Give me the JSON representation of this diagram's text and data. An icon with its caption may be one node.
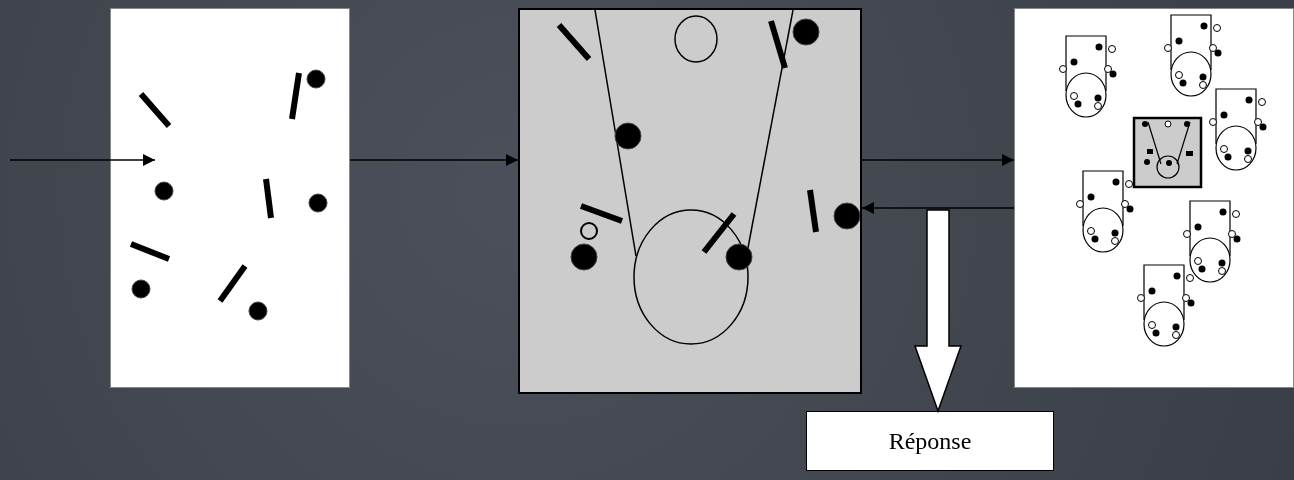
{
  "diagram": {
    "nodes": [
      {
        "text": [],
        "shape": "picture"
      },
      {
        "text": [],
        "shape": "picture"
      },
      {
        "text": [],
        "shape": "picture"
      },
      {
        "text": [
          "Réponse"
        ]
      }
    ],
    "edges": [
      {
        "from": null,
        "to": 0,
        "arrow": "to"
      },
      {
        "from": 0,
        "to": 1,
        "arrow": "to"
      },
      {
        "from": 1,
        "to": 2,
        "arrow": "to"
      },
      {
        "from": 2,
        "to": 1,
        "arrow": "to"
      },
      {
        "from": null,
        "to": 3,
        "arrow": "to",
        "style": "thick"
      }
    ]
  }
}
